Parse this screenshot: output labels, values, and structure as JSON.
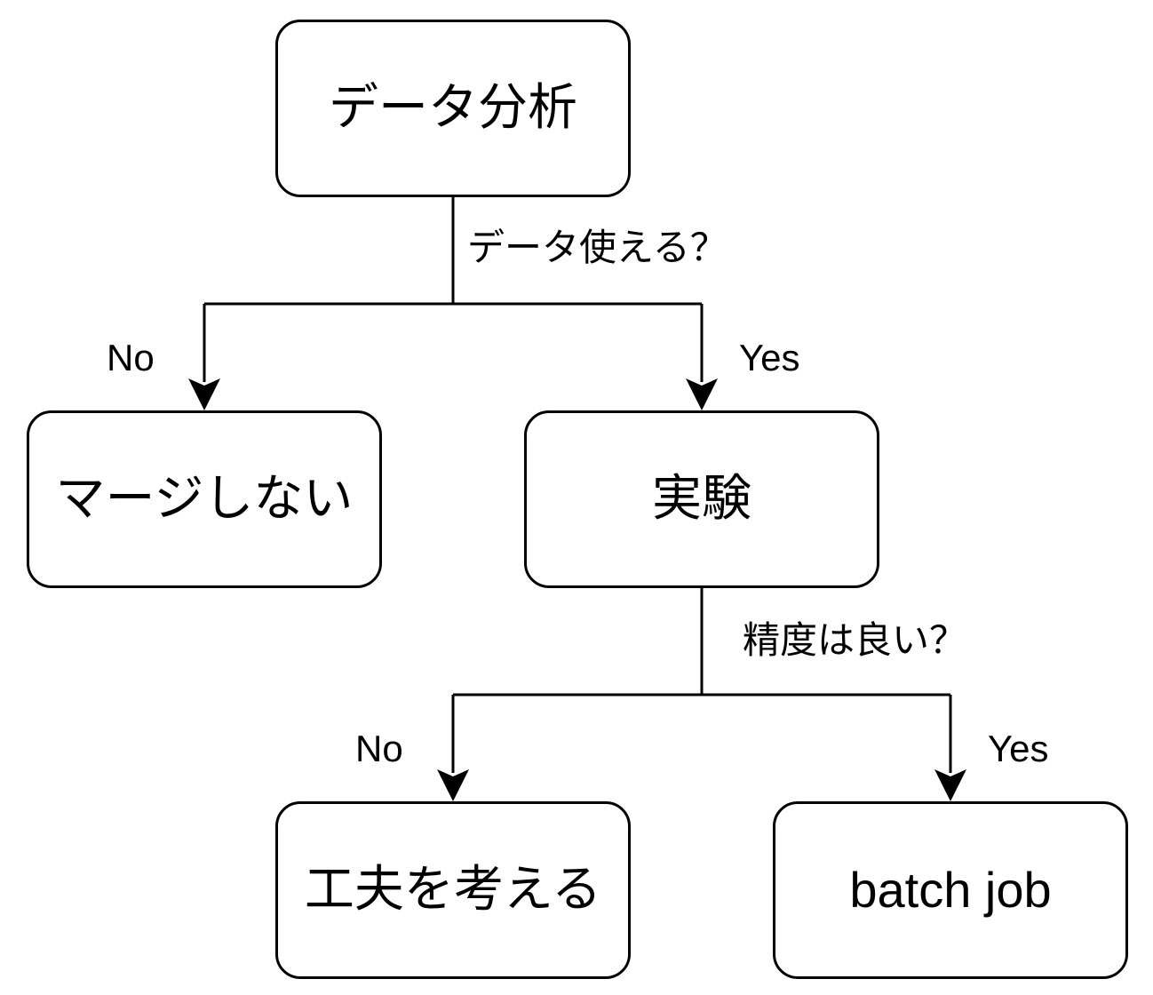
{
  "nodes": {
    "start": "データ分析",
    "no_merge": "マージしない",
    "experiment": "実験",
    "improve": "工夫を考える",
    "batch_job": "batch job"
  },
  "questions": {
    "data_usable": "データ使える？",
    "accuracy_good": "精度は良い？"
  },
  "branches": {
    "first_no": "No",
    "first_yes": "Yes",
    "second_no": "No",
    "second_yes": "Yes"
  },
  "colors": {
    "stroke": "#000000",
    "background": "#ffffff"
  }
}
